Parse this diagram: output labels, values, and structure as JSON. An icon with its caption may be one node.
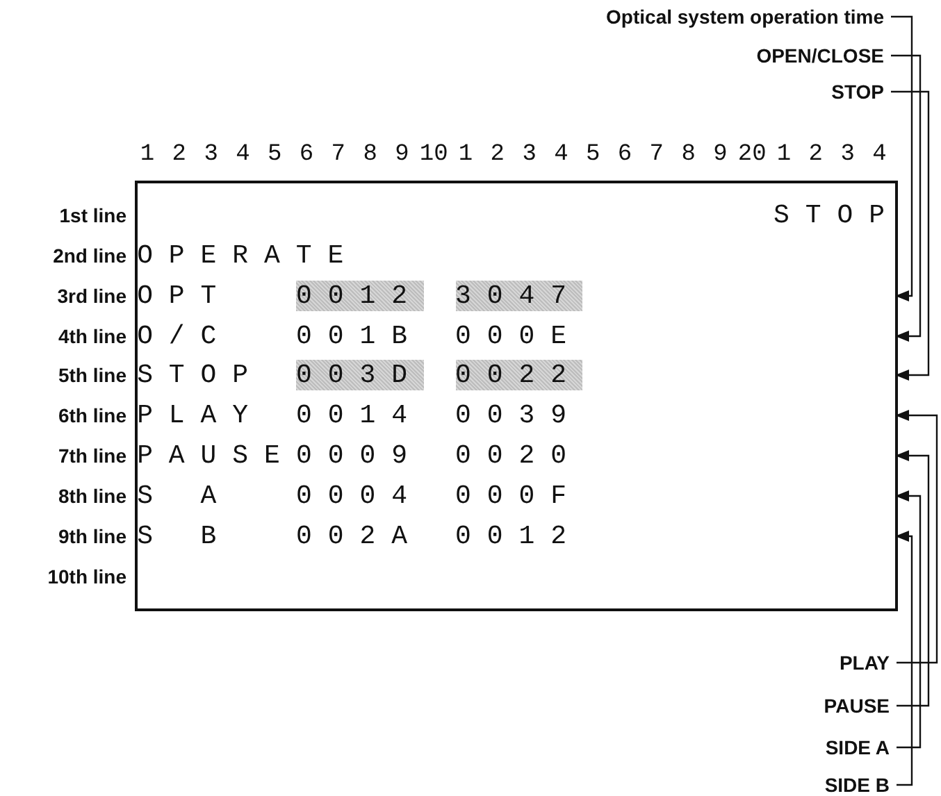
{
  "diagram": {
    "nodes": [
      {
        "text": [
          "Optical system operation time"
        ]
      },
      {
        "text": [
          "OPEN/CLOSE"
        ]
      },
      {
        "text": [
          "STOP"
        ]
      },
      {
        "text": [],
        "shape": "box"
      },
      {
        "text": [
          "STOP"
        ],
        "in": 3
      },
      {
        "text": [
          "OPERATE"
        ],
        "in": 3
      },
      {
        "text": [
          "OPT",
          "0012",
          "3047"
        ],
        "in": 3
      },
      {
        "text": [
          "O/C",
          "001B",
          "000E"
        ],
        "in": 3
      },
      {
        "text": [
          "STOP",
          "003D",
          "0022"
        ],
        "in": 3
      },
      {
        "text": [
          "PLAY",
          "0014",
          "0039"
        ],
        "in": 3
      },
      {
        "text": [
          "PAUSE",
          "0009",
          "0020"
        ],
        "in": 3
      },
      {
        "text": [
          "S A",
          "0004",
          "000F"
        ],
        "in": 3
      },
      {
        "text": [
          "S B",
          "002A",
          "0012"
        ],
        "in": 3
      },
      {
        "text": [
          "PLAY"
        ]
      },
      {
        "text": [
          "PAUSE"
        ]
      },
      {
        "text": [
          "SIDE A"
        ]
      },
      {
        "text": [
          "SIDE B"
        ]
      }
    ],
    "edges": [
      {
        "from": 0,
        "to": 6,
        "arrow": "to"
      },
      {
        "from": 1,
        "to": 7,
        "arrow": "to"
      },
      {
        "from": 2,
        "to": 8,
        "arrow": "to"
      },
      {
        "from": 13,
        "to": 9,
        "arrow": "to"
      },
      {
        "from": 14,
        "to": 10,
        "arrow": "to"
      },
      {
        "from": 15,
        "to": 11,
        "arrow": "to"
      },
      {
        "from": 16,
        "to": 12,
        "arrow": "to"
      }
    ],
    "labels": [
      "1",
      "2",
      "3",
      "4",
      "5",
      "6",
      "7",
      "8",
      "9",
      "10",
      "1",
      "2",
      "3",
      "4",
      "5",
      "6",
      "7",
      "8",
      "9",
      "20",
      "1",
      "2",
      "3",
      "4",
      "1st line",
      "2nd line",
      "3rd line",
      "4th line",
      "5th line",
      "6th line",
      "7th line",
      "8th line",
      "9th line",
      "10th line"
    ]
  }
}
